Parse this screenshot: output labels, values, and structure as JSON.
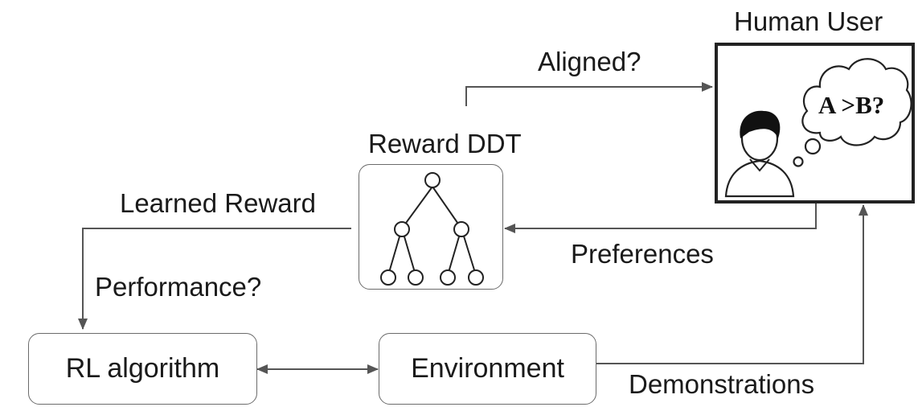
{
  "nodes": {
    "human_user": "Human User",
    "reward_ddt": "Reward DDT",
    "rl_algorithm": "RL algorithm",
    "environment": "Environment",
    "thought": "A >B?"
  },
  "edges": {
    "aligned": "Aligned?",
    "learned_reward": "Learned Reward",
    "preferences": "Preferences",
    "performance": "Performance?",
    "demonstrations": "Demonstrations"
  },
  "colors": {
    "line": "#555555",
    "box_border": "#6b6b6b",
    "text": "#1a1a1a"
  }
}
